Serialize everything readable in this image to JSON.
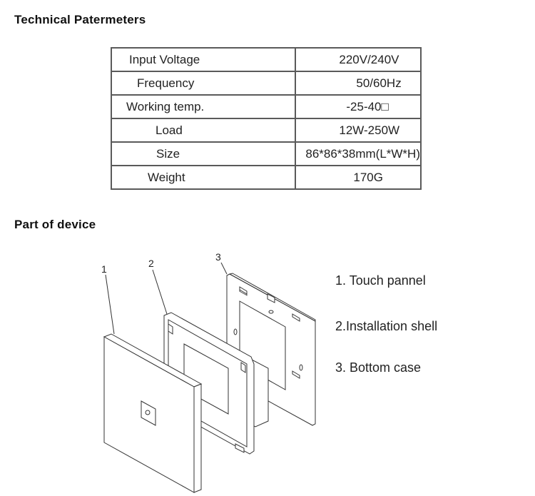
{
  "technical": {
    "title": "Technical Patermeters",
    "rows": [
      {
        "label": "Input Voltage",
        "value": "220V/240V",
        "label_pad": 24,
        "value_pad": 60
      },
      {
        "label": "Frequency",
        "value": "50/60Hz",
        "label_pad": 35,
        "value_pad": 83
      },
      {
        "label": "Working temp.",
        "value": "-25-40□",
        "label_pad": 20,
        "value_pad": 70
      },
      {
        "label": "Load",
        "value": "12W-250W",
        "label_pad": 61,
        "value_pad": 60
      },
      {
        "label": "Size",
        "value": "86*86*38mm(L*W*H)",
        "label_pad": 62,
        "value_pad": 14
      },
      {
        "label": "Weight",
        "value": "170G",
        "label_pad": 50,
        "value_pad": 80
      }
    ]
  },
  "parts": {
    "title": "Part of device",
    "callouts": [
      "1",
      "2",
      "3"
    ],
    "legend": [
      "1. Touch pannel",
      "2.Installation shell",
      "3. Bottom case"
    ]
  }
}
